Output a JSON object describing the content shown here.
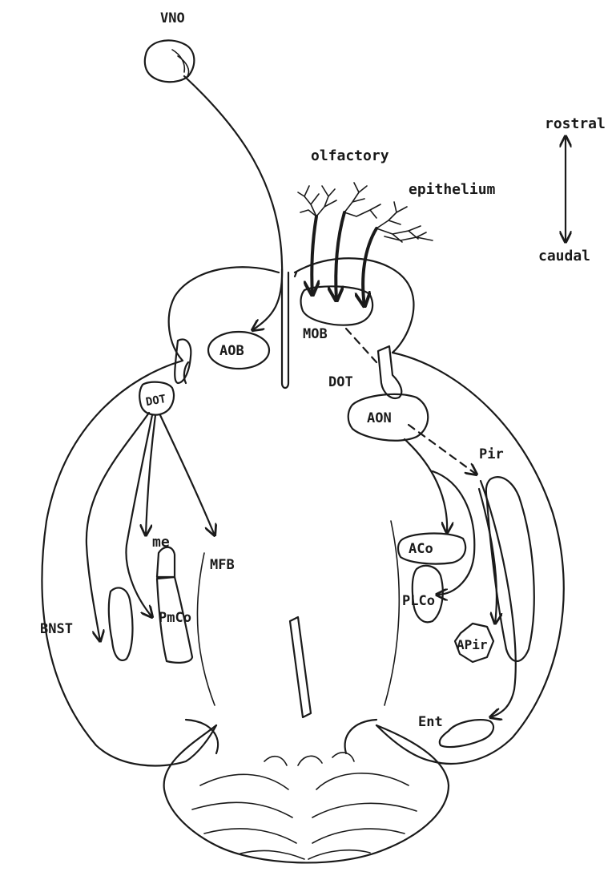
{
  "labels": {
    "vno": "VNO",
    "olfactory": "olfactory",
    "epithelium": "epithelium",
    "rostral": "rostral",
    "caudal": "caudal",
    "aob": "AOB",
    "mob": "MOB",
    "dot_left": "DOT",
    "dot_right": "DOT",
    "aon": "AON",
    "pir": "Pir",
    "me": "me",
    "mfb": "MFB",
    "aco": "ACo",
    "plco": "PLCo",
    "bnst": "BNST",
    "pmco": "PmCo",
    "apir": "APir",
    "ent": "Ent"
  },
  "colors": {
    "ink": "#1a1a1a",
    "background": "#ffffff"
  }
}
